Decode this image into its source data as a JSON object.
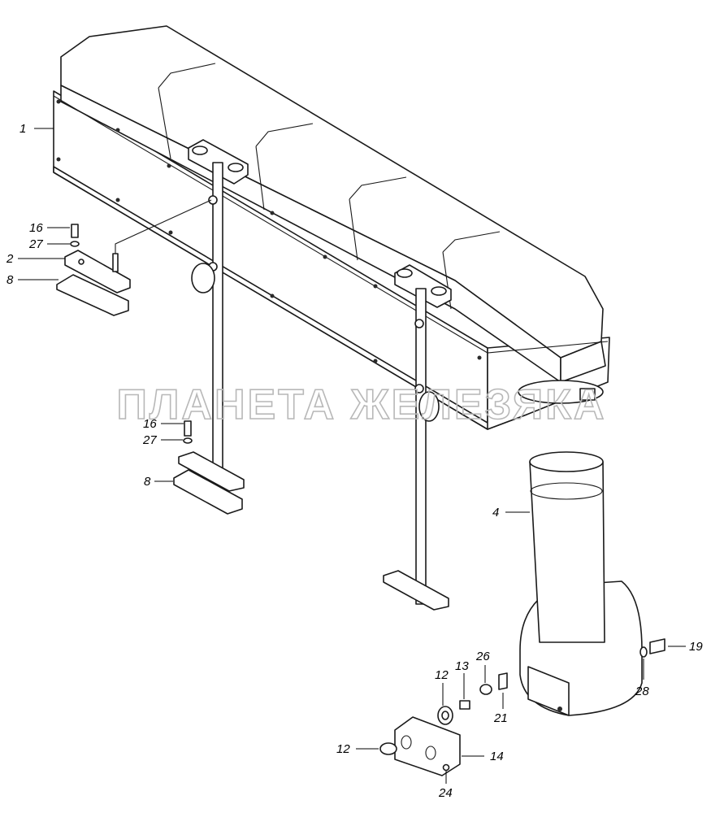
{
  "watermark": "ПЛАНЕТА ЖЕЛЕЗЯКА",
  "callouts": [
    {
      "id": "c1",
      "label": "1"
    },
    {
      "id": "c16a",
      "label": "16"
    },
    {
      "id": "c27a",
      "label": "27"
    },
    {
      "id": "c2",
      "label": "2"
    },
    {
      "id": "c8a",
      "label": "8"
    },
    {
      "id": "c16b",
      "label": "16"
    },
    {
      "id": "c27b",
      "label": "27"
    },
    {
      "id": "c8b",
      "label": "8"
    },
    {
      "id": "c4",
      "label": "4"
    },
    {
      "id": "c19",
      "label": "19"
    },
    {
      "id": "c28",
      "label": "28"
    },
    {
      "id": "c26",
      "label": "26"
    },
    {
      "id": "c13",
      "label": "13"
    },
    {
      "id": "c12a",
      "label": "12"
    },
    {
      "id": "c21",
      "label": "21"
    },
    {
      "id": "c12b",
      "label": "12"
    },
    {
      "id": "c14",
      "label": "14"
    },
    {
      "id": "c24",
      "label": "24"
    }
  ]
}
